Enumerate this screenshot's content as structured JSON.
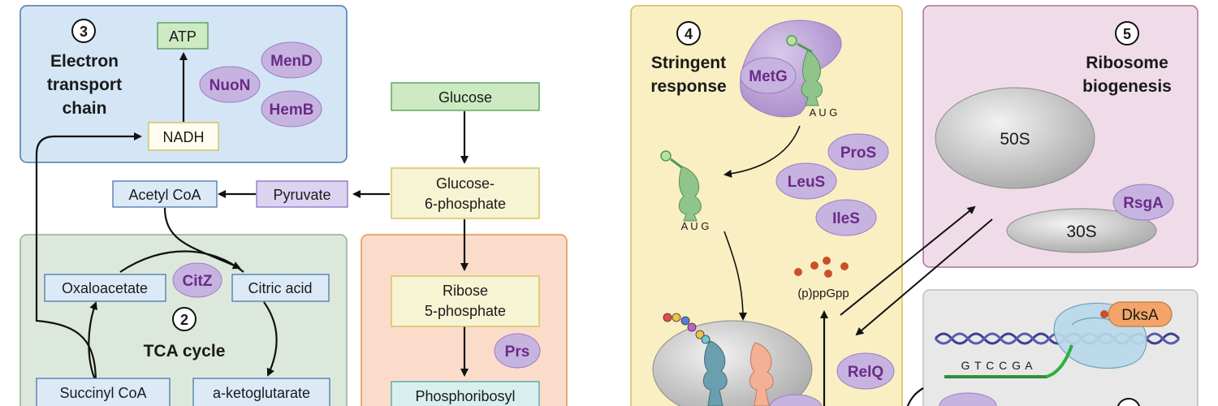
{
  "panels": {
    "etc": {
      "number": "3",
      "title_lines": [
        "Electron",
        "transport",
        "chain"
      ],
      "color": "#d4e6f5"
    },
    "tca": {
      "number": "2",
      "title": "TCA cycle",
      "color": "#dde8dd"
    },
    "ppp": {
      "color": "#fbdccb"
    },
    "stringent": {
      "number": "4",
      "title_lines": [
        "Stringent",
        "response"
      ],
      "color": "#faefc2"
    },
    "ribosome": {
      "number": "5",
      "title_lines": [
        "Ribosome",
        "biogenesis"
      ],
      "color": "#f0dce8"
    },
    "transcription": {
      "color": "#e8e8e8"
    }
  },
  "metabolites": {
    "atp": "ATP",
    "nadh": "NADH",
    "glucose": "Glucose",
    "g6p_lines": [
      "Glucose-",
      "6-phosphate"
    ],
    "pyruvate": "Pyruvate",
    "acetyl_coa": "Acetyl CoA",
    "oxaloacetate": "Oxaloacetate",
    "citric_acid": "Citric acid",
    "succinyl_coa": "Succinyl CoA",
    "a_ketoglutarate": "a-ketoglutarate",
    "ribose_lines": [
      "Ribose",
      "5-phosphate"
    ],
    "prpp": "Phosphoribosyl",
    "ppgpp": "(p)ppGpp"
  },
  "enzymes": {
    "mend": "MenD",
    "nuon": "NuoN",
    "hemb": "HemB",
    "citz": "CitZ",
    "prs": "Prs",
    "metg": "MetG",
    "pros": "ProS",
    "leus": "LeuS",
    "iles": "IleS",
    "relq": "RelQ",
    "rsga": "RsgA",
    "dksa": "DksA"
  },
  "ribosome_subunits": {
    "large": "50S",
    "small": "30S"
  },
  "codons": {
    "top": "A U G",
    "mid": "A U G"
  },
  "dna_sequence": "G T C C G A",
  "colors": {
    "green_box": "#cdeac3",
    "blue_box": "#dceaf7",
    "yellow_box": "#f6f4d2",
    "purple_box": "#dcd3f1",
    "teal_box": "#d8efee",
    "enzyme_fill": "#c7b3e0",
    "enzyme_text": "#6a2b86",
    "ppgpp_dot": "#c8512a",
    "trna_green": "#8fc48a",
    "dksa_fill": "#f4a469",
    "dna_blue": "#3e3f8c"
  }
}
